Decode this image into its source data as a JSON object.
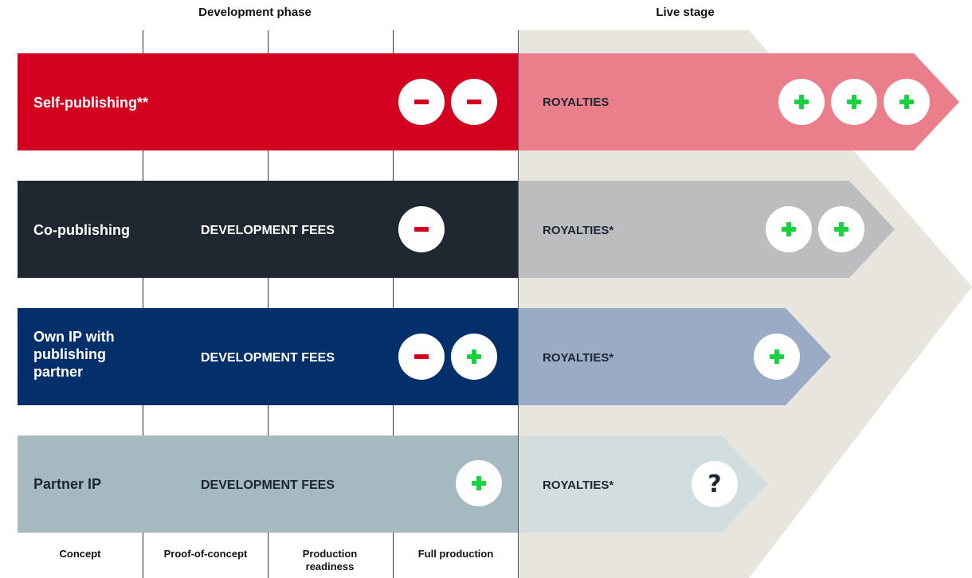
{
  "phases": {
    "development": "Development phase",
    "live": "Live stage"
  },
  "stages": [
    "Concept",
    "Proof-of-concept",
    "Production readiness",
    "Full production"
  ],
  "colors": {
    "background_arrow": "#e8e5de",
    "self_dev": "#d4001f",
    "self_live": "#ea7f8b",
    "co_dev": "#1f2730",
    "co_live": "#bbbdbf",
    "own_dev": "#03306b",
    "own_live": "#9aabc6",
    "partner_dev": "#a5b9c0",
    "partner_live": "#d2dde0",
    "minus": "#d4001f",
    "plus": "#19d23f"
  },
  "rows": [
    {
      "label": "Self-publishing**",
      "fees": "",
      "dev_marks": [
        "minus",
        "minus"
      ],
      "live_label": "ROYALTIES",
      "live_marks": [
        "plus",
        "plus",
        "plus"
      ]
    },
    {
      "label": "Co-publishing",
      "fees": "DEVELOPMENT FEES",
      "dev_marks": [
        "minus"
      ],
      "live_label": "ROYALTIES*",
      "live_marks": [
        "plus",
        "plus"
      ]
    },
    {
      "label": "Own IP with publishing partner",
      "fees": "DEVELOPMENT FEES",
      "dev_marks": [
        "minus",
        "plus"
      ],
      "live_label": "ROYALTIES*",
      "live_marks": [
        "plus"
      ]
    },
    {
      "label": "Partner IP",
      "fees": "DEVELOPMENT FEES",
      "dev_marks": [
        "plus"
      ],
      "live_label": "ROYALTIES*",
      "live_marks": [
        "question"
      ],
      "question_text": "?"
    }
  ]
}
